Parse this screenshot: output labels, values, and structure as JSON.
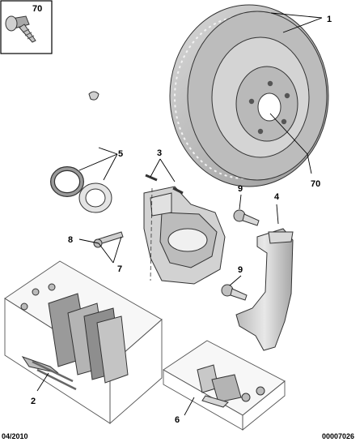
{
  "callouts": {
    "c1": "1",
    "c2": "2",
    "c3": "3",
    "c4": "4",
    "c5": "5",
    "c6": "6",
    "c7": "7",
    "c8": "8",
    "c9a": "9",
    "c9b": "9",
    "c70inset": "70",
    "c70disc": "70"
  },
  "footer": {
    "date": "04/2010",
    "ref": "00007026"
  },
  "colors": {
    "part_fill": "#c9c9c9",
    "part_dark": "#8f8f8f",
    "part_light": "#e6e6e6",
    "outline": "#333333"
  }
}
